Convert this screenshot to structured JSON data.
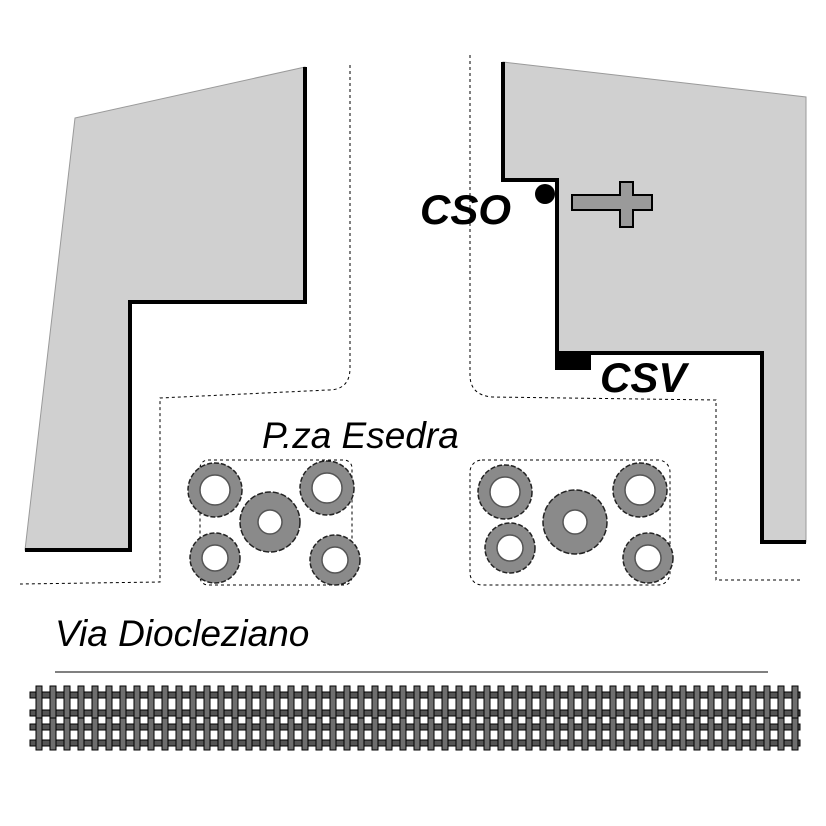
{
  "map": {
    "labels": {
      "square": "P.za Esedra",
      "street": "Via Diocleziano",
      "cso": "CSO",
      "csv": "CSV"
    },
    "colors": {
      "building_fill": "#d0d0d0",
      "building_outline": "#000000",
      "tree_fill": "#7a7a7a",
      "rail_fill": "#6e6e6e",
      "sidewalk_line": "#000000"
    },
    "icons": {
      "cso_marker": "filled-circle",
      "church": "cross-icon",
      "csv_marker": "filled-rectangle",
      "railway": "railway-track-icon",
      "trees": "tree-canopy-icon"
    }
  }
}
